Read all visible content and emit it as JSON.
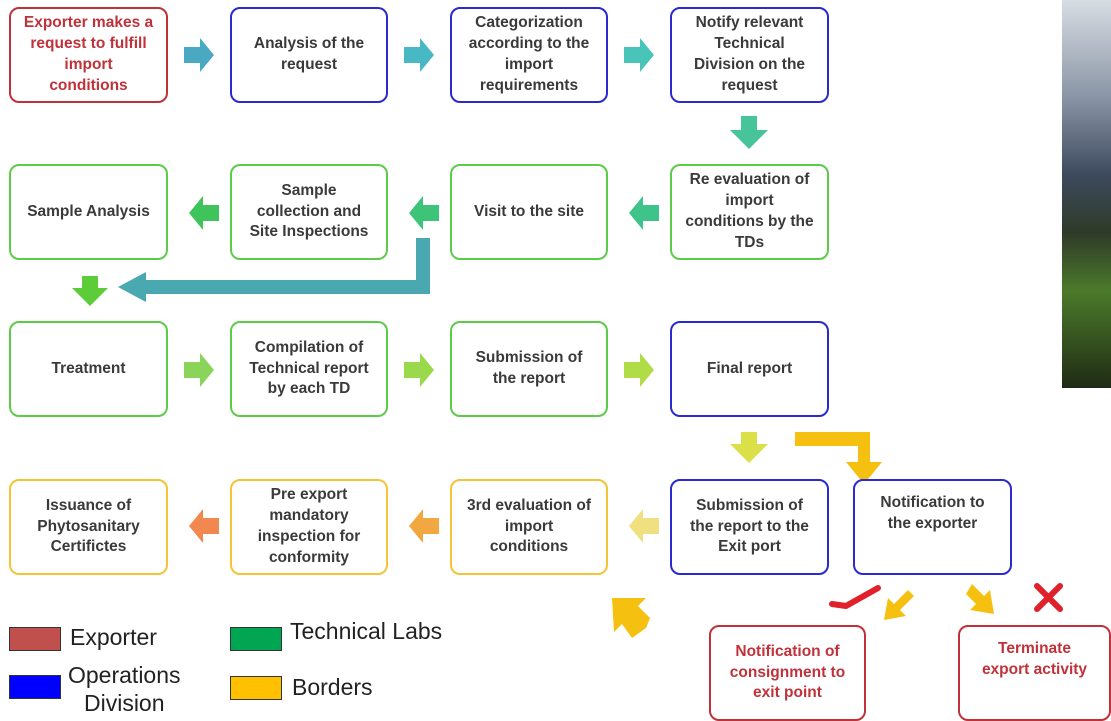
{
  "boxes": {
    "b1": "Exporter makes a\nrequest  to fulfill\nimport\nconditions",
    "b2": "Analysis of the\nrequest",
    "b3": "Categorization\naccording to the\nimport\nrequirements",
    "b4": "Notify relevant\nTechnical\nDivision on the\nrequest",
    "b5": "Re evaluation of\nimport\nconditions by the\nTDs",
    "b6": "Visit to the site",
    "b7": "Sample\ncollection  and\nSite Inspections",
    "b8": "Sample Analysis",
    "b9": "Treatment",
    "b10": "Compilation of\nTechnical report\nby each TD",
    "b11": "Submission of\nthe  report",
    "b12": "Final report",
    "b13": "Submission of\nthe  report to the\nExit port",
    "b14": "Notification to\nthe exporter",
    "b15": "3rd evaluation of\nimport\nconditions",
    "b16": "Pre export\nmandatory\ninspection for\nconformity",
    "b17": "Issuance of\nPhytosanitary\nCertifictes",
    "b18": "Notification of\nconsignment to\nexit point",
    "b19": "Terminate\nexport activity"
  },
  "legend": {
    "exporter": "Exporter",
    "operations": "Operations\nDivision",
    "labs": "Technical Labs",
    "borders": "Borders"
  },
  "colors": {
    "exporter": "#c0504d",
    "operations": "#0000ff",
    "labs": "#00a651",
    "borders": "#ffc000",
    "check": "#e0202a",
    "cross": "#e0202a"
  },
  "marks": {
    "approved_icon": "check-icon",
    "rejected_icon": "cross-icon"
  }
}
